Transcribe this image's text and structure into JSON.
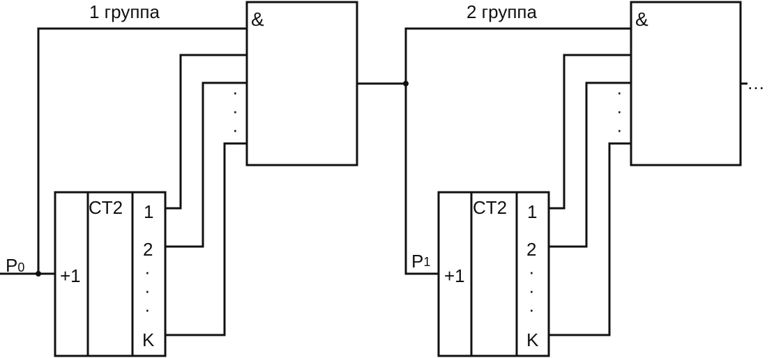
{
  "colors": {
    "ink": "#111111",
    "background": "#ffffff"
  },
  "groups": [
    {
      "title": "1 группа",
      "and_symbol": "&",
      "counter_label": "CT2",
      "increment_label": "+1",
      "input_main": "P",
      "input_sub": "0",
      "outputs": [
        "1",
        "2",
        "K"
      ],
      "dots": "·"
    },
    {
      "title": "2 группа",
      "and_symbol": "&",
      "counter_label": "CT2",
      "increment_label": "+1",
      "input_main": "P",
      "input_sub": "1",
      "outputs": [
        "1",
        "2",
        "K"
      ],
      "dots": "·"
    }
  ],
  "continuation": "…"
}
